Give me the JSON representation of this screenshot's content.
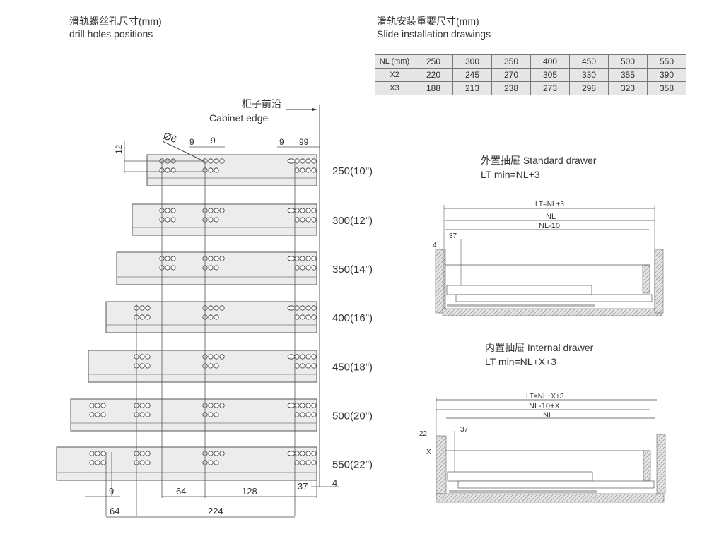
{
  "left_title": {
    "zh": "滑轨螺丝孔尺寸(mm)",
    "en": "drill holes positions"
  },
  "right_title": {
    "zh": "滑轨安装重要尺寸(mm)",
    "en": "Slide installation drawings"
  },
  "table": {
    "rows": [
      [
        "NL (mm)",
        "250",
        "300",
        "350",
        "400",
        "450",
        "500",
        "550"
      ],
      [
        "X2",
        "220",
        "245",
        "270",
        "305",
        "330",
        "355",
        "390"
      ],
      [
        "X3",
        "188",
        "213",
        "238",
        "273",
        "298",
        "323",
        "358"
      ]
    ]
  },
  "cabinet_edge": {
    "zh": "柜子前沿",
    "en": "Cabinet edge"
  },
  "top_dims": {
    "diameter": "Ø6",
    "d12": "12",
    "d9a": "9",
    "d9b": "9",
    "d9c": "9",
    "d99": "99"
  },
  "slide_labels": [
    "250(10\")",
    "300(12\")",
    "350(14\")",
    "400(16\")",
    "450(18\")",
    "500(20\")",
    "550(22\")"
  ],
  "bottom_dims": {
    "d9": "9",
    "d64a": "64",
    "d128": "128",
    "d37": "37",
    "d4": "4",
    "d64b": "64",
    "d224": "224"
  },
  "standard_drawer": {
    "title": "外置抽屉 Standard drawer",
    "formula": "LT min=NL+3",
    "dims": {
      "lt": "LT=NL+3",
      "nl": "NL",
      "nl10": "NL-10",
      "d37": "37",
      "d4": "4"
    }
  },
  "internal_drawer": {
    "title": "内置抽屉 Internal drawer",
    "formula": "LT min=NL+X+3",
    "dims": {
      "lt": "LT=NL+X+3",
      "nl10x": "NL-10+X",
      "nl": "NL",
      "d22": "22",
      "d37": "37",
      "x": "X"
    }
  }
}
